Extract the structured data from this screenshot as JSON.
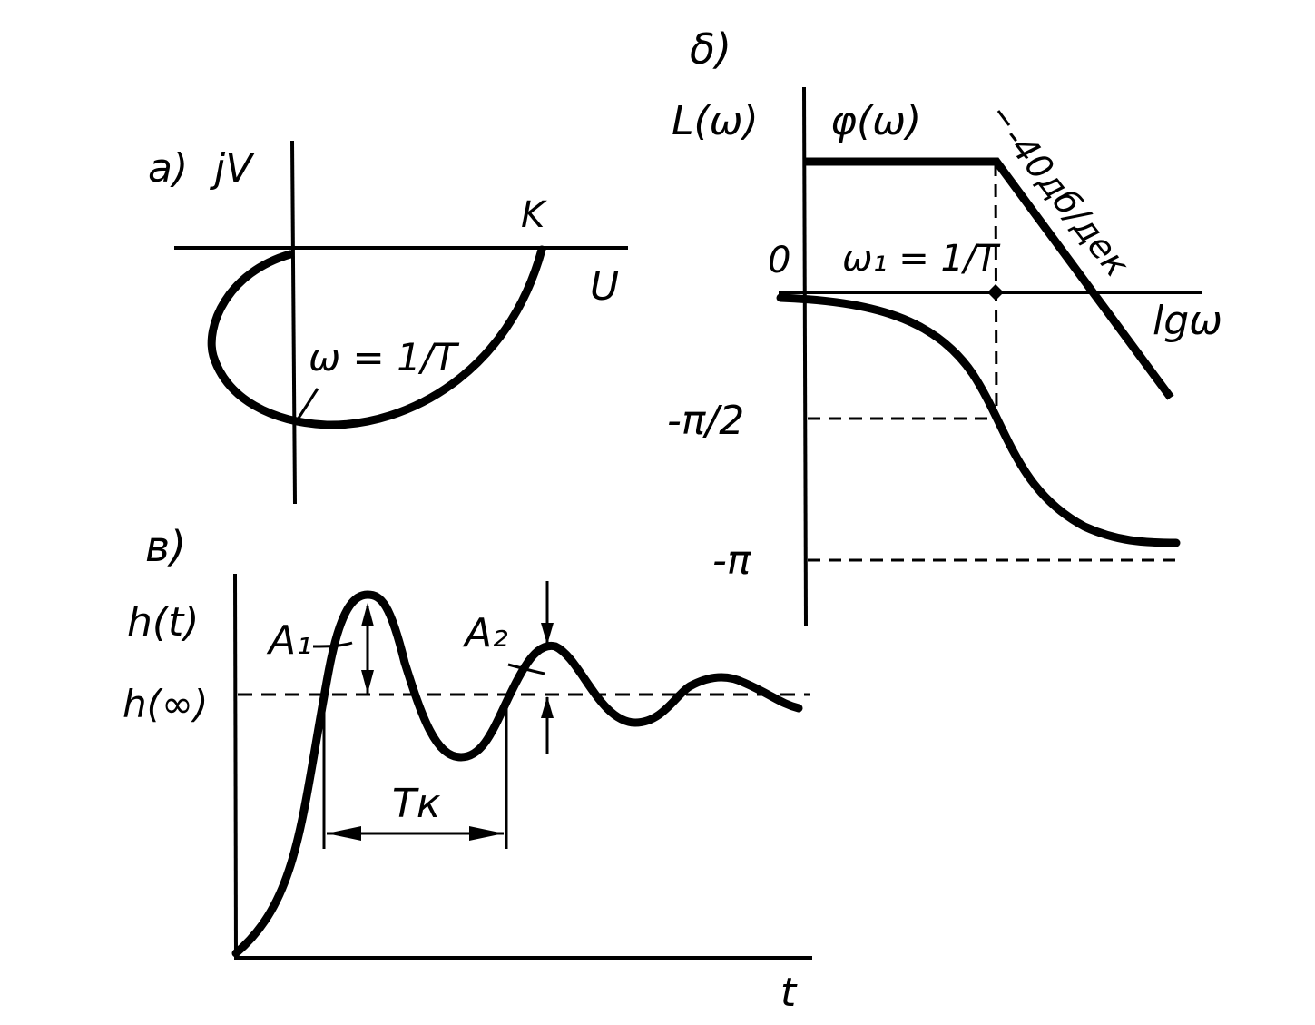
{
  "panel_a": {
    "letter": "a)",
    "axis_imag": "jV",
    "axis_real": "U",
    "point_k": "K",
    "freq_mark": "ω = 1/T"
  },
  "panel_b": {
    "letter": "δ)",
    "y_label_mag": "L(ω)",
    "y_label_phase": "φ(ω)",
    "zero": "0",
    "corner_freq": "ω₁ = 1/T",
    "slope": "-40дб/дек",
    "x_label": "lgω",
    "tick_half_pi": "-π/2",
    "tick_pi": "-π"
  },
  "panel_c": {
    "letter": "в)",
    "y_label": "h(t)",
    "steady": "h(∞)",
    "amp1": "A₁",
    "amp2": "A₂",
    "period": "Tк",
    "x_label": "t"
  },
  "colors": {
    "ink": "#000000",
    "paper": "#ffffff"
  }
}
